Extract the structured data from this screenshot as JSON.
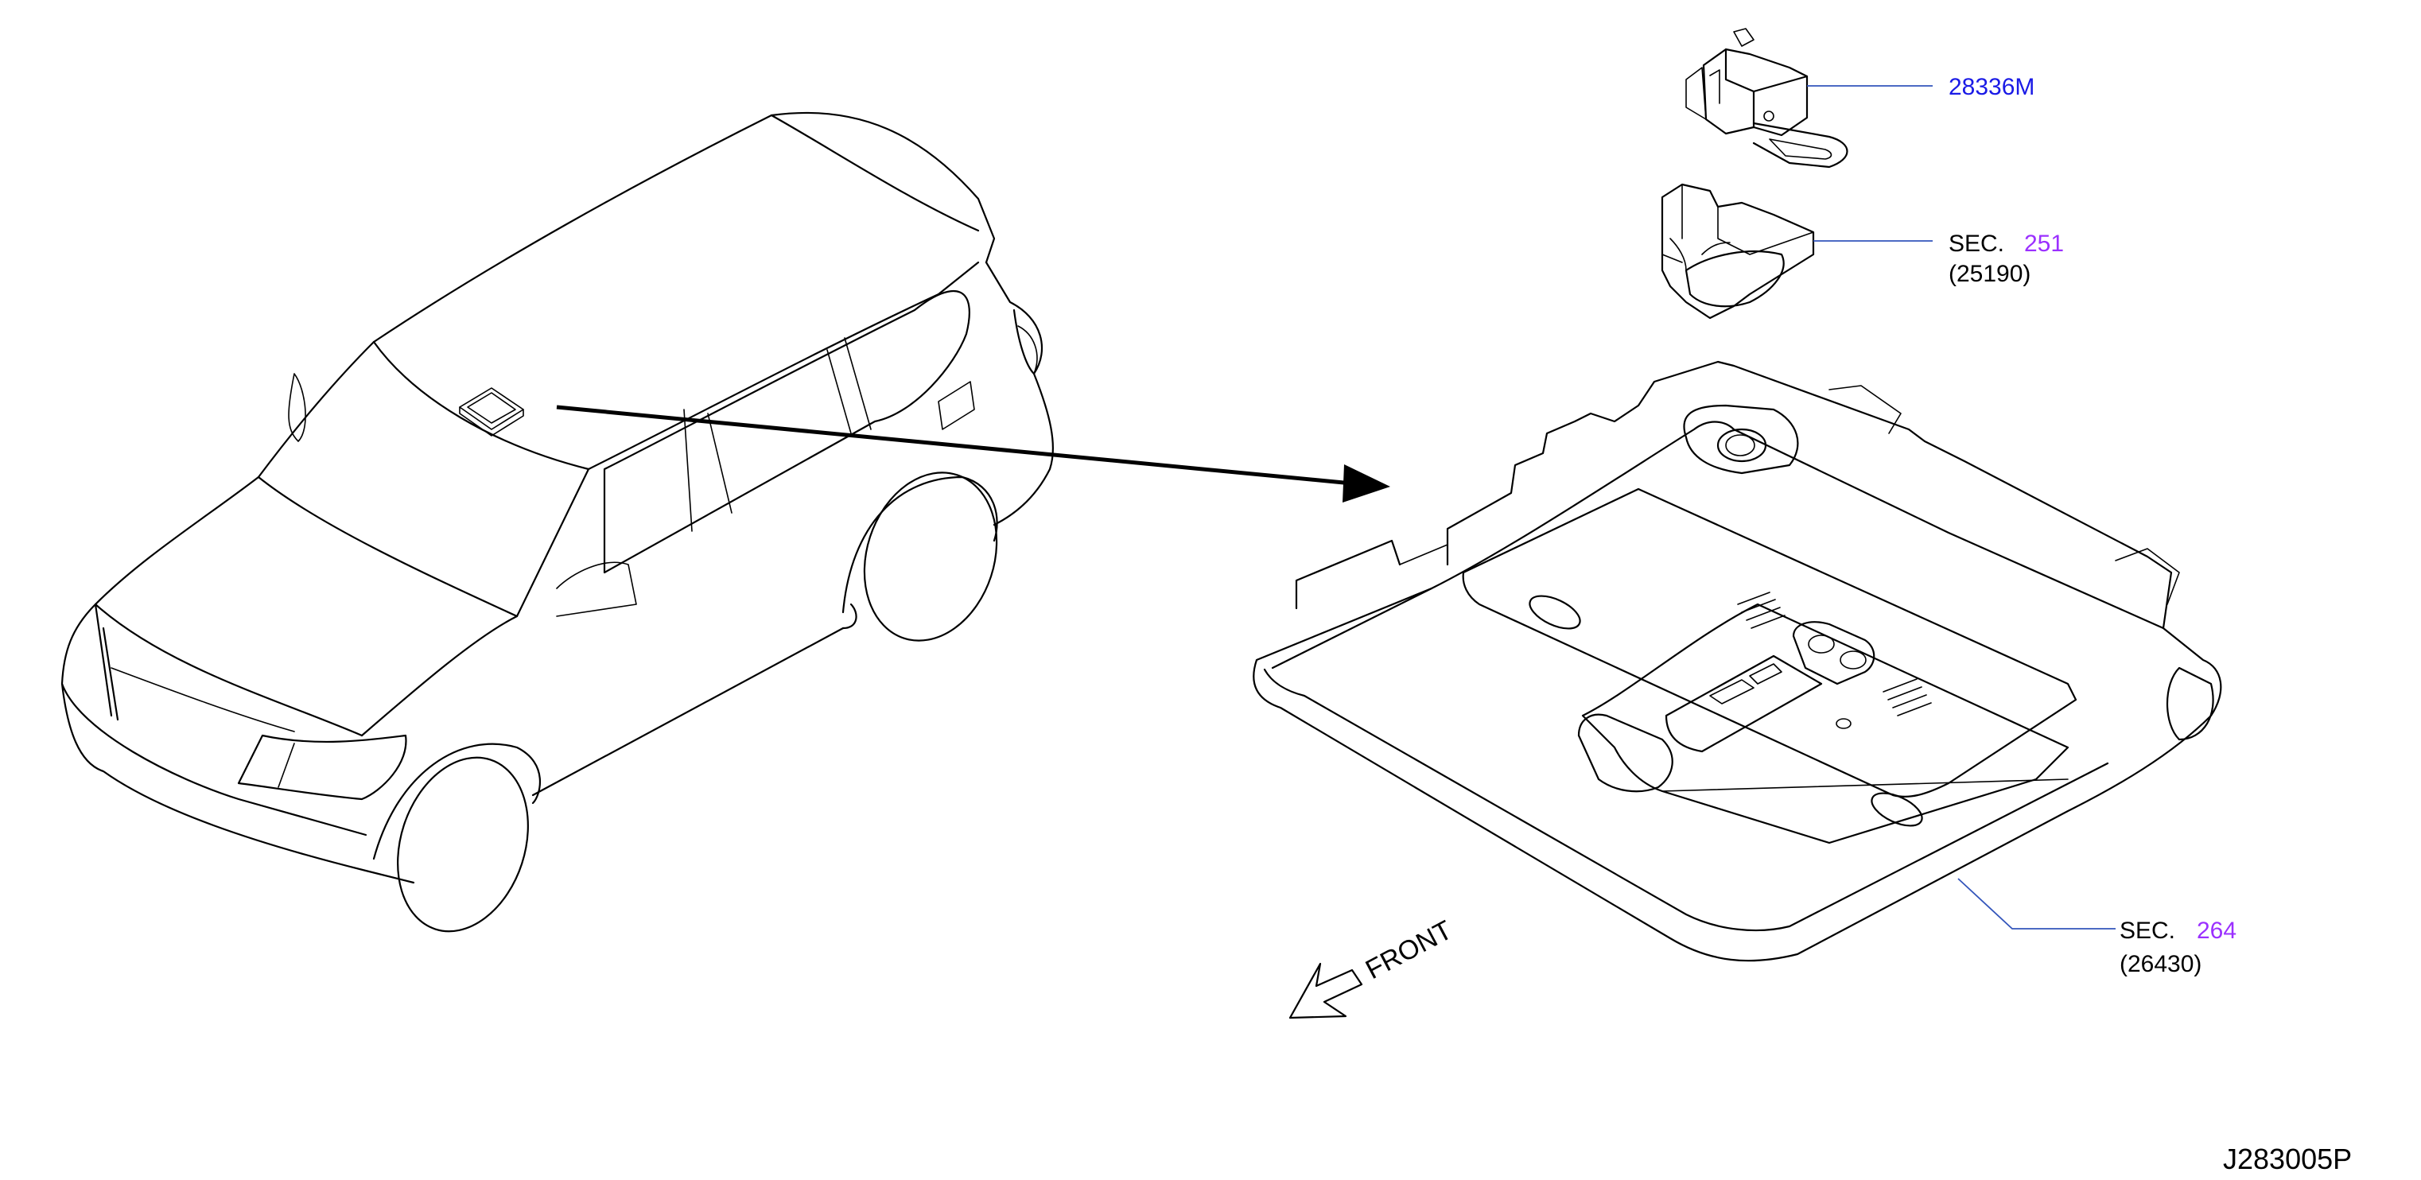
{
  "colors": {
    "part_link": "#1a1ae6",
    "section_link": "#9b30ff",
    "leader": "#3355bb",
    "ink": "#000000"
  },
  "callouts": {
    "part_28336m": {
      "number": "28336M"
    },
    "sec_251": {
      "prefix": "SEC.",
      "number": "251",
      "sub": "(25190)"
    },
    "sec_264": {
      "prefix": "SEC.",
      "number": "264",
      "sub": "(26430)"
    }
  },
  "direction": {
    "label": "FRONT"
  },
  "drawing_code": "J283005P",
  "icons": {
    "vehicle": "suv-outline-icon",
    "sensor": "rain-light-sensor-icon",
    "connector": "connector-icon",
    "console": "overhead-console-icon",
    "front_arrow": "front-direction-arrow-icon"
  }
}
